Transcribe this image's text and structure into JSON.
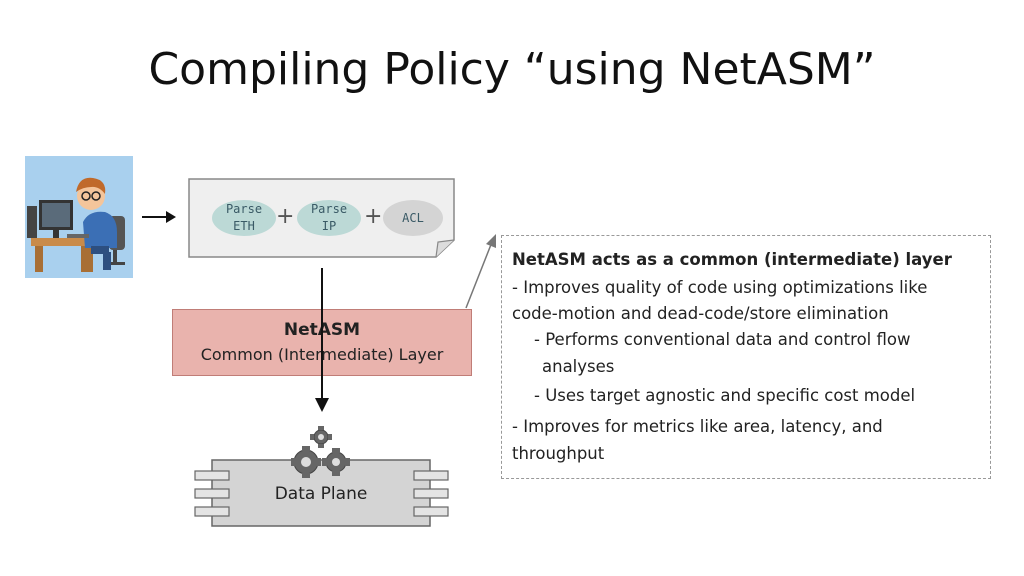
{
  "slide": {
    "title": "Compiling Policy “using NetASM”"
  },
  "policy": {
    "pill1": [
      "Parse",
      "ETH"
    ],
    "pill2": [
      "Parse",
      "IP"
    ],
    "pill3": "ACL",
    "plus": "+"
  },
  "netasm": {
    "title": "NetASM",
    "subtitle": "Common (Intermediate) Layer"
  },
  "data_plane": {
    "label": "Data Plane"
  },
  "note": {
    "lines": [
      "NetASM acts as a common (intermediate) layer",
      "- Improves quality of code using optimizations like",
      "code-motion and dead-code/store elimination",
      "- Performs conventional data and control flow",
      "analyses",
      "- Uses target agnostic and specific cost model",
      "- Improves for metrics like area, latency, and",
      "throughput"
    ]
  },
  "colors": {
    "netasm_fill": "#e9b3ad",
    "pill_fill": "#bcd9d6",
    "acl_fill": "#d4d4d4",
    "doc_fill": "#efefef",
    "device_fill": "#d4d4d4"
  }
}
